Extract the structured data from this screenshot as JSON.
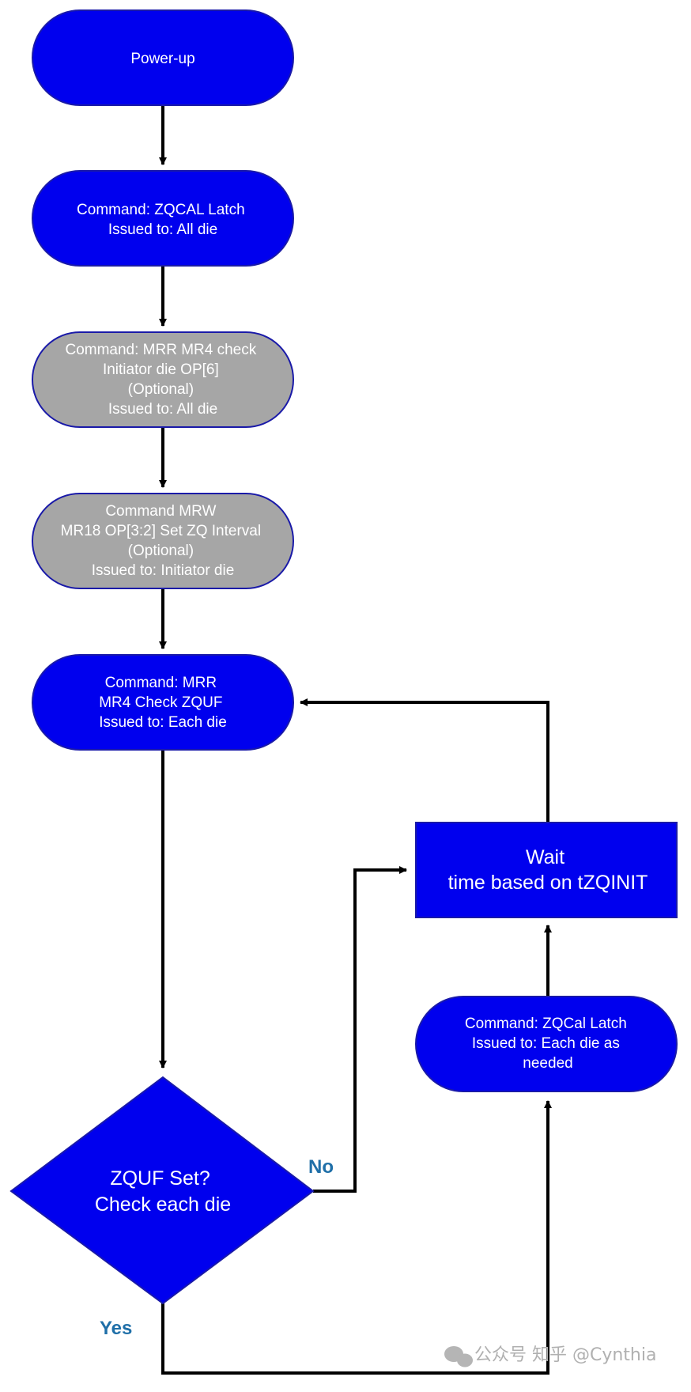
{
  "colors": {
    "primary_node": "#0000ee",
    "optional_node": "#a6a6a6",
    "node_border": "#1a1aa8",
    "connector": "#000000",
    "branch_label": "#1f6fa8",
    "watermark": "#b0b0b0"
  },
  "nodes": {
    "power_up": {
      "lines": [
        "Power-up"
      ]
    },
    "zqcal_latch_all": {
      "lines": [
        "Command: ZQCAL Latch",
        "Issued to: All die"
      ]
    },
    "mrr_mr4_initiator": {
      "lines": [
        "Command: MRR MR4 check",
        "Initiator die OP[6]",
        "(Optional)",
        "Issued to: All die"
      ]
    },
    "mrw_mr18": {
      "lines": [
        "Command MRW",
        "MR18 OP[3:2] Set ZQ Interval",
        "(Optional)",
        "Issued to: Initiator die"
      ]
    },
    "mrr_check_zquf": {
      "lines": [
        "Command: MRR",
        "MR4 Check ZQUF",
        "Issued to: Each die"
      ]
    },
    "wait": {
      "lines": [
        "Wait",
        "time based on tZQINIT"
      ]
    },
    "zqcal_latch_each": {
      "lines": [
        "Command: ZQCal Latch",
        "Issued to: Each die as",
        "needed"
      ]
    },
    "zquf_decision": {
      "lines": [
        "ZQUF Set?",
        "Check each die"
      ]
    }
  },
  "labels": {
    "no": "No",
    "yes": "Yes"
  },
  "watermark": "公众号 知乎 @Cynthia"
}
